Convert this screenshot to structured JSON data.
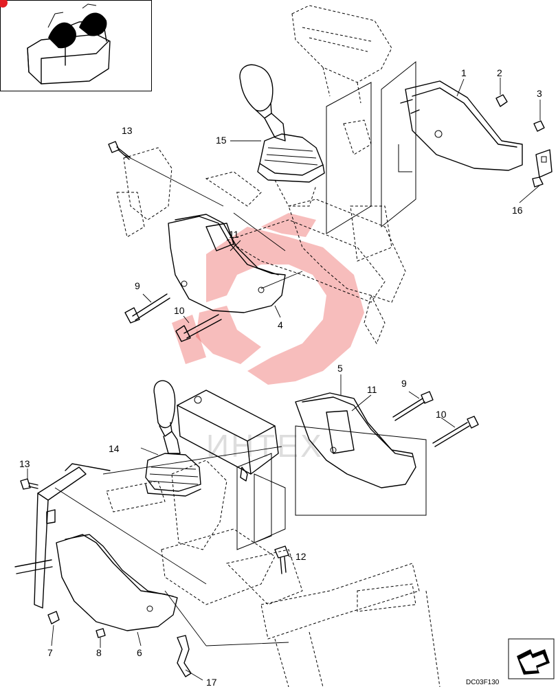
{
  "diagram": {
    "drawing_code": "DC03F130",
    "watermark_text": "ИНТЕХ",
    "callouts": [
      {
        "id": "c1",
        "label": "1"
      },
      {
        "id": "c2",
        "label": "2"
      },
      {
        "id": "c3",
        "label": "3"
      },
      {
        "id": "c4",
        "label": "4"
      },
      {
        "id": "c5",
        "label": "5"
      },
      {
        "id": "c6",
        "label": "6"
      },
      {
        "id": "c7",
        "label": "7"
      },
      {
        "id": "c8",
        "label": "8"
      },
      {
        "id": "c9a",
        "label": "9"
      },
      {
        "id": "c9b",
        "label": "9"
      },
      {
        "id": "c10a",
        "label": "10"
      },
      {
        "id": "c10b",
        "label": "10"
      },
      {
        "id": "c11a",
        "label": "11"
      },
      {
        "id": "c11b",
        "label": "11"
      },
      {
        "id": "c12",
        "label": "12"
      },
      {
        "id": "c13a",
        "label": "13"
      },
      {
        "id": "c13b",
        "label": "13"
      },
      {
        "id": "c14",
        "label": "14"
      },
      {
        "id": "c15",
        "label": "15"
      },
      {
        "id": "c16",
        "label": "16"
      },
      {
        "id": "c17",
        "label": "17"
      }
    ],
    "icons": {
      "watermark": "watermark-logo-icon",
      "direction": "direction-arrow-icon",
      "seat": "operator-seat-icon"
    },
    "colors": {
      "line": "#000000",
      "watermark": "#e9423e",
      "background": "#ffffff"
    }
  }
}
